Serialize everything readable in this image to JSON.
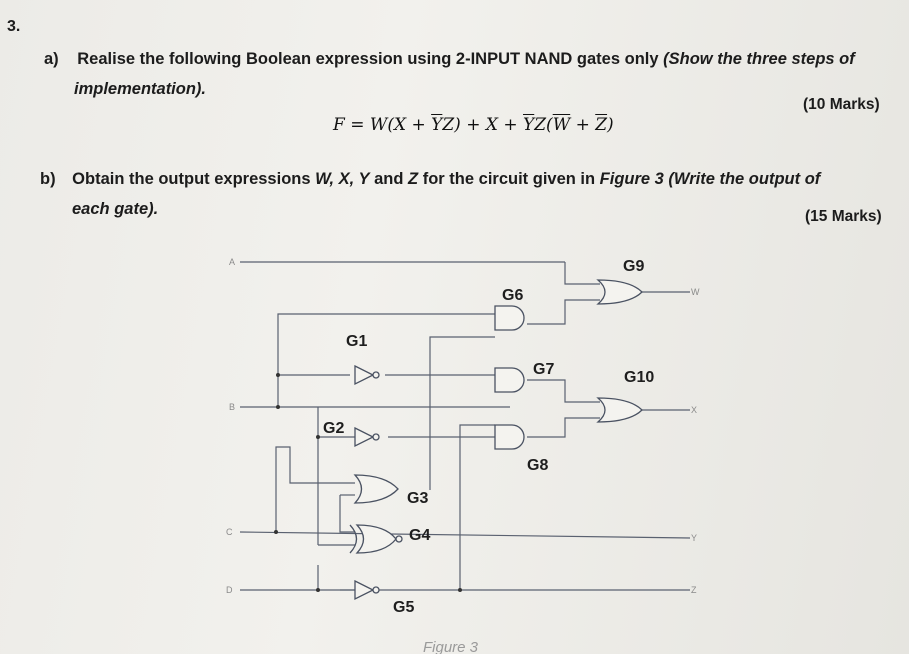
{
  "question_number": "3.",
  "part_a": {
    "label": "a)",
    "text_line1": "Realise the following Boolean expression using 2-INPUT NAND gates only",
    "text_line1_italic": "(Show the three steps of",
    "text_line2": "implementation).",
    "marks": "(10 Marks)",
    "formula_prefix": "F = W(X + ",
    "formula_Y1": "Y",
    "formula_mid1": "Z) + X + ",
    "formula_Y2": "Y",
    "formula_mid2": "Z(",
    "formula_W": "W",
    "formula_mid3": " + ",
    "formula_Z": "Z",
    "formula_end": ")"
  },
  "part_b": {
    "label": "b)",
    "text_line1": "Obtain the output expressions ",
    "text_line1_vars": "W, X, Y",
    "text_line1_and": " and ",
    "text_line1_z": "Z",
    "text_line1_rest": " for the circuit given in ",
    "text_line1_fig": "Figure 3 (Write the output of",
    "text_line2": "each gate).",
    "marks": "(15 Marks)"
  },
  "circuit": {
    "inputs": [
      "A",
      "B",
      "C",
      "D"
    ],
    "outputs": [
      "W",
      "X",
      "Y",
      "Z"
    ],
    "gates": [
      "G1",
      "G2",
      "G3",
      "G4",
      "G5",
      "G6",
      "G7",
      "G8",
      "G9",
      "G10"
    ],
    "caption": "Figure 3"
  }
}
